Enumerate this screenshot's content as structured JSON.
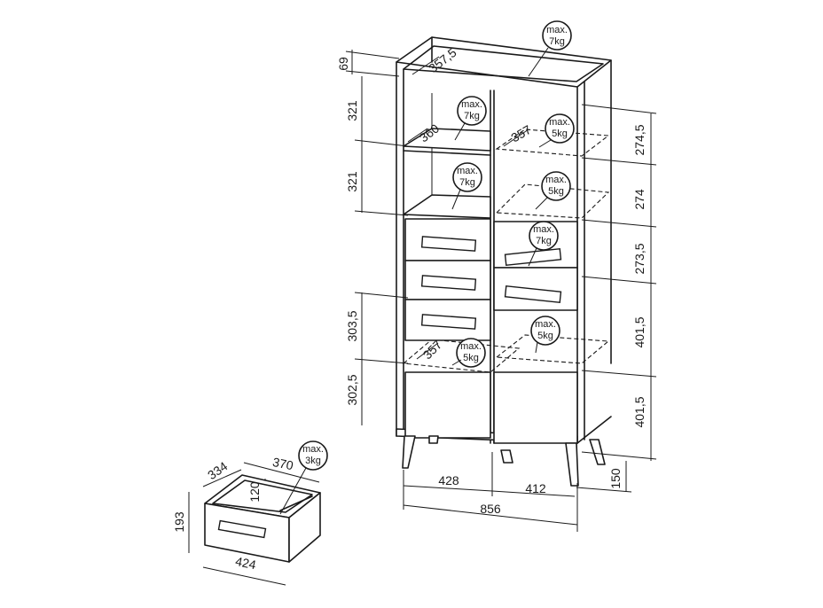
{
  "weight_badges": {
    "top": {
      "line1": "max.",
      "line2": "7kg"
    },
    "upper_left_shelf": {
      "line1": "max.",
      "line2": "7kg"
    },
    "upper_right_shelf": {
      "line1": "max.",
      "line2": "5kg"
    },
    "mid_left_shelf": {
      "line1": "max.",
      "line2": "7kg"
    },
    "mid_right_shelf": {
      "line1": "max.",
      "line2": "5kg"
    },
    "right_drawer": {
      "line1": "max.",
      "line2": "7kg"
    },
    "lower_right_shelf": {
      "line1": "max.",
      "line2": "5kg"
    },
    "lower_left_shelf": {
      "line1": "max.",
      "line2": "5kg"
    },
    "drawer_detail": {
      "line1": "max.",
      "line2": "3kg"
    }
  },
  "dimensions": {
    "top_height": "69",
    "top_depth": "357,5",
    "left_shelf_1": "321",
    "left_shelf_2": "321",
    "left_shelf_depth": "360",
    "right_shelf_depth": "357",
    "lower_left_depth": "357",
    "left_lower_1": "303,5",
    "left_lower_2": "302,5",
    "right_1": "274,5",
    "right_2": "274",
    "right_3": "273,5",
    "right_4": "401,5",
    "right_5": "401,5",
    "leg_height": "150",
    "width_left": "428",
    "width_right": "412",
    "width_total": "856",
    "drawer_depth": "334",
    "drawer_inner_width": "370",
    "drawer_inner_height": "120",
    "drawer_height": "193",
    "drawer_width": "424"
  }
}
